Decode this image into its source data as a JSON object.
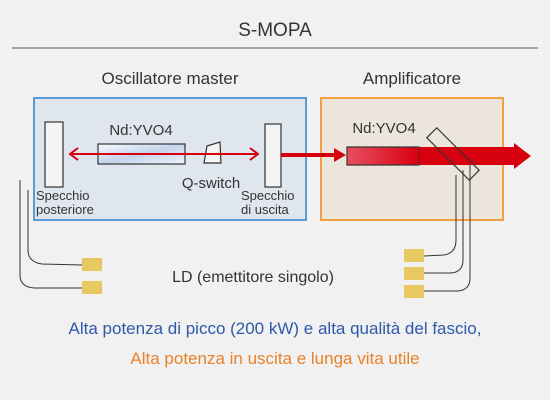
{
  "title": "S-MOPA",
  "oscillator": {
    "heading": "Oscillatore master",
    "crystal_label": "Nd:YVO4",
    "qswitch_label": "Q-switch",
    "rear_mirror_label": [
      "Specchio",
      "posteriore"
    ],
    "output_mirror_label": [
      "Specchio",
      "di uscita"
    ]
  },
  "amplifier": {
    "heading": "Amplificatore",
    "crystal_label": "Nd:YVO4"
  },
  "ld_label": "LD (emettitore singolo)",
  "features": {
    "line1": "Alta potenza di picco (200 kW) e alta qualità del fascio,",
    "line2": "Alta potenza in uscita e lunga vita utile"
  },
  "colors": {
    "background": "#f1f1f1",
    "text": "#333333",
    "oscillator_border": "#5b9bd5",
    "oscillator_fill": "#dfe6ee",
    "amplifier_border": "#f0a040",
    "amplifier_fill": "#ece5dc",
    "beam": "#d7000f",
    "ld_chip": "#e8c860",
    "feature_line1": "#2e59a8",
    "feature_line2": "#e8822a"
  }
}
